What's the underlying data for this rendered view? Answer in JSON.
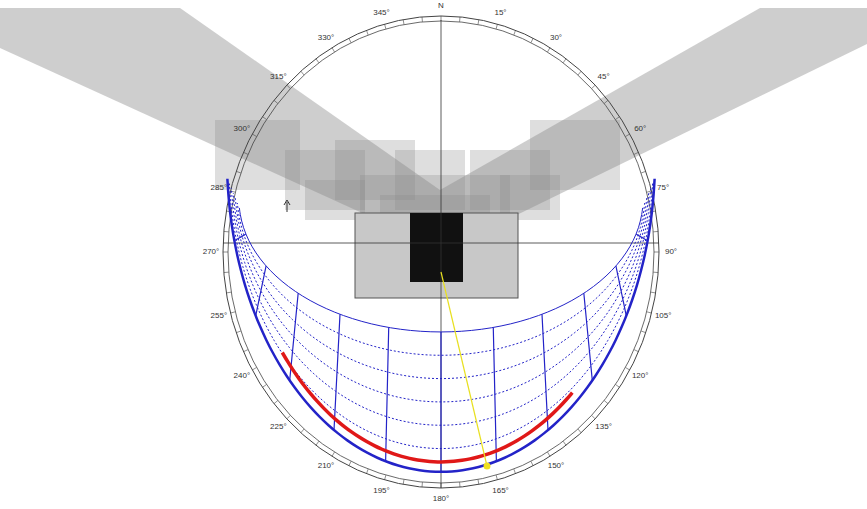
{
  "diagram": {
    "labels": [
      "N",
      "15°",
      "30°",
      "45°",
      "60°",
      "75°",
      "90°",
      "105°",
      "120°",
      "135°",
      "150°",
      "165°",
      "180°",
      "195°",
      "210°",
      "225°",
      "240°",
      "255°",
      "270°",
      "285°",
      "300°",
      "315°",
      "330°",
      "345°"
    ]
  }
}
